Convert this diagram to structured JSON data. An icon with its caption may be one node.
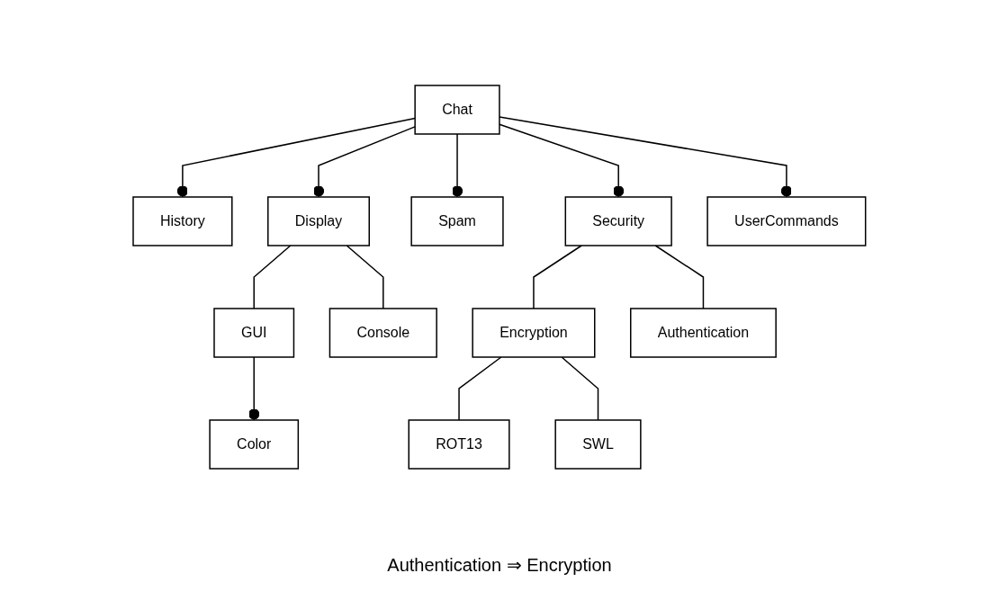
{
  "diagram": {
    "nodes": [
      {
        "text": [
          "Chat"
        ]
      },
      {
        "text": [
          "History"
        ]
      },
      {
        "text": [
          "Display"
        ]
      },
      {
        "text": [
          "Spam"
        ]
      },
      {
        "text": [
          "Security"
        ]
      },
      {
        "text": [
          "UserCommands"
        ]
      },
      {
        "text": [
          "GUI"
        ]
      },
      {
        "text": [
          "Console"
        ]
      },
      {
        "text": [
          "Encryption"
        ]
      },
      {
        "text": [
          "Authentication"
        ]
      },
      {
        "text": [
          "Color"
        ]
      },
      {
        "text": [
          "ROT13"
        ]
      },
      {
        "text": [
          "SWL"
        ]
      }
    ],
    "edges": [
      {
        "from": 0,
        "to": 1,
        "arrow": "other"
      },
      {
        "from": 0,
        "to": 2,
        "arrow": "other"
      },
      {
        "from": 0,
        "to": 3,
        "arrow": "other"
      },
      {
        "from": 0,
        "to": 4,
        "arrow": "other"
      },
      {
        "from": 0,
        "to": 5,
        "arrow": "other"
      },
      {
        "from": 2,
        "to": 6,
        "arrow": "none"
      },
      {
        "from": 2,
        "to": 7,
        "arrow": "none"
      },
      {
        "from": 6,
        "to": 10,
        "arrow": "other"
      },
      {
        "from": 4,
        "to": 8,
        "arrow": "none"
      },
      {
        "from": 4,
        "to": 9,
        "arrow": "none"
      },
      {
        "from": 8,
        "to": 11,
        "arrow": "none"
      },
      {
        "from": 8,
        "to": 12,
        "arrow": "none"
      }
    ],
    "labels": [
      "Authentication ⇒ Encryption"
    ]
  }
}
